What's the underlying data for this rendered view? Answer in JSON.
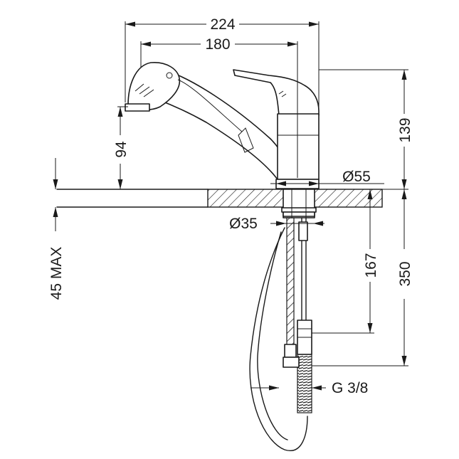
{
  "dimensions": {
    "overall_width": "224",
    "spout_reach": "180",
    "spout_height": "94",
    "lever_height": "139",
    "base_diameter": "Ø55",
    "shank_diameter": "Ø35",
    "hose_length": "167",
    "total_below": "350",
    "max_counter_thickness": "45 MAX",
    "connection_thread": "G 3/8"
  }
}
